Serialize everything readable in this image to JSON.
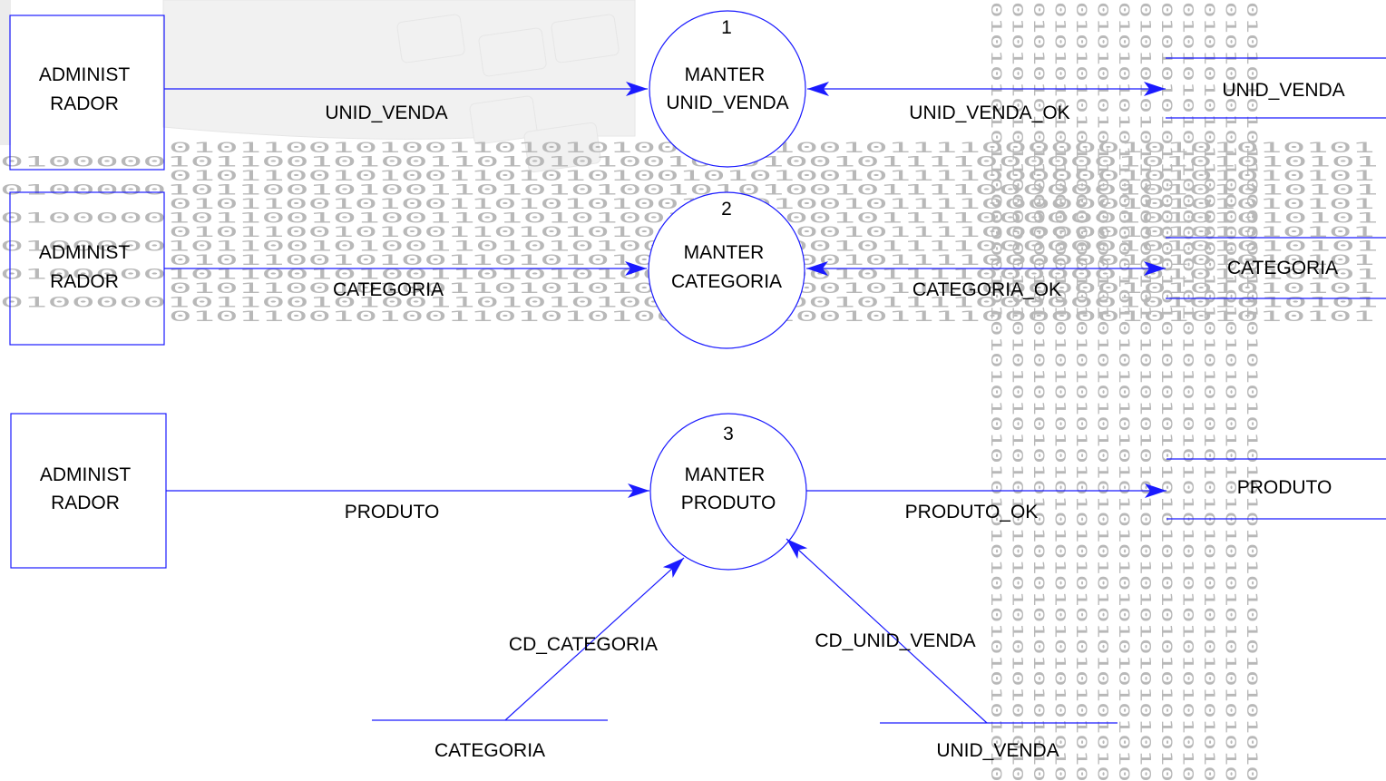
{
  "colors": {
    "line": "#1a1aff",
    "box": "#1a1aff",
    "text": "#000000"
  },
  "external_entities": [
    {
      "id": "admin1",
      "lines": [
        "ADMINIST",
        "RADOR"
      ]
    },
    {
      "id": "admin2",
      "lines": [
        "ADMINIST",
        "RADOR"
      ]
    },
    {
      "id": "admin3",
      "lines": [
        "ADMINIST",
        "RADOR"
      ]
    }
  ],
  "processes": [
    {
      "id": "p1",
      "number": "1",
      "lines": [
        "MANTER",
        "UNID_VENDA"
      ]
    },
    {
      "id": "p2",
      "number": "2",
      "lines": [
        "MANTER",
        "CATEGORIA"
      ]
    },
    {
      "id": "p3",
      "number": "3",
      "lines": [
        "MANTER",
        "PRODUTO"
      ]
    }
  ],
  "data_stores": [
    {
      "id": "ds1",
      "name": "UNID_VENDA"
    },
    {
      "id": "ds2",
      "name": "CATEGORIA"
    },
    {
      "id": "ds3",
      "name": "PRODUTO"
    },
    {
      "id": "ds4",
      "name": "CATEGORIA"
    },
    {
      "id": "ds5",
      "name": "UNID_VENDA"
    }
  ],
  "flows": [
    {
      "id": "f1",
      "label": "UNID_VENDA"
    },
    {
      "id": "f2",
      "label": "UNID_VENDA_OK"
    },
    {
      "id": "f3",
      "label": "CATEGORIA"
    },
    {
      "id": "f4",
      "label": "CATEGORIA_OK"
    },
    {
      "id": "f5",
      "label": "PRODUTO"
    },
    {
      "id": "f6",
      "label": "PRODUTO_OK"
    },
    {
      "id": "f7",
      "label": "CD_CATEGORIA"
    },
    {
      "id": "f8",
      "label": "CD_UNID_VENDA"
    }
  ]
}
